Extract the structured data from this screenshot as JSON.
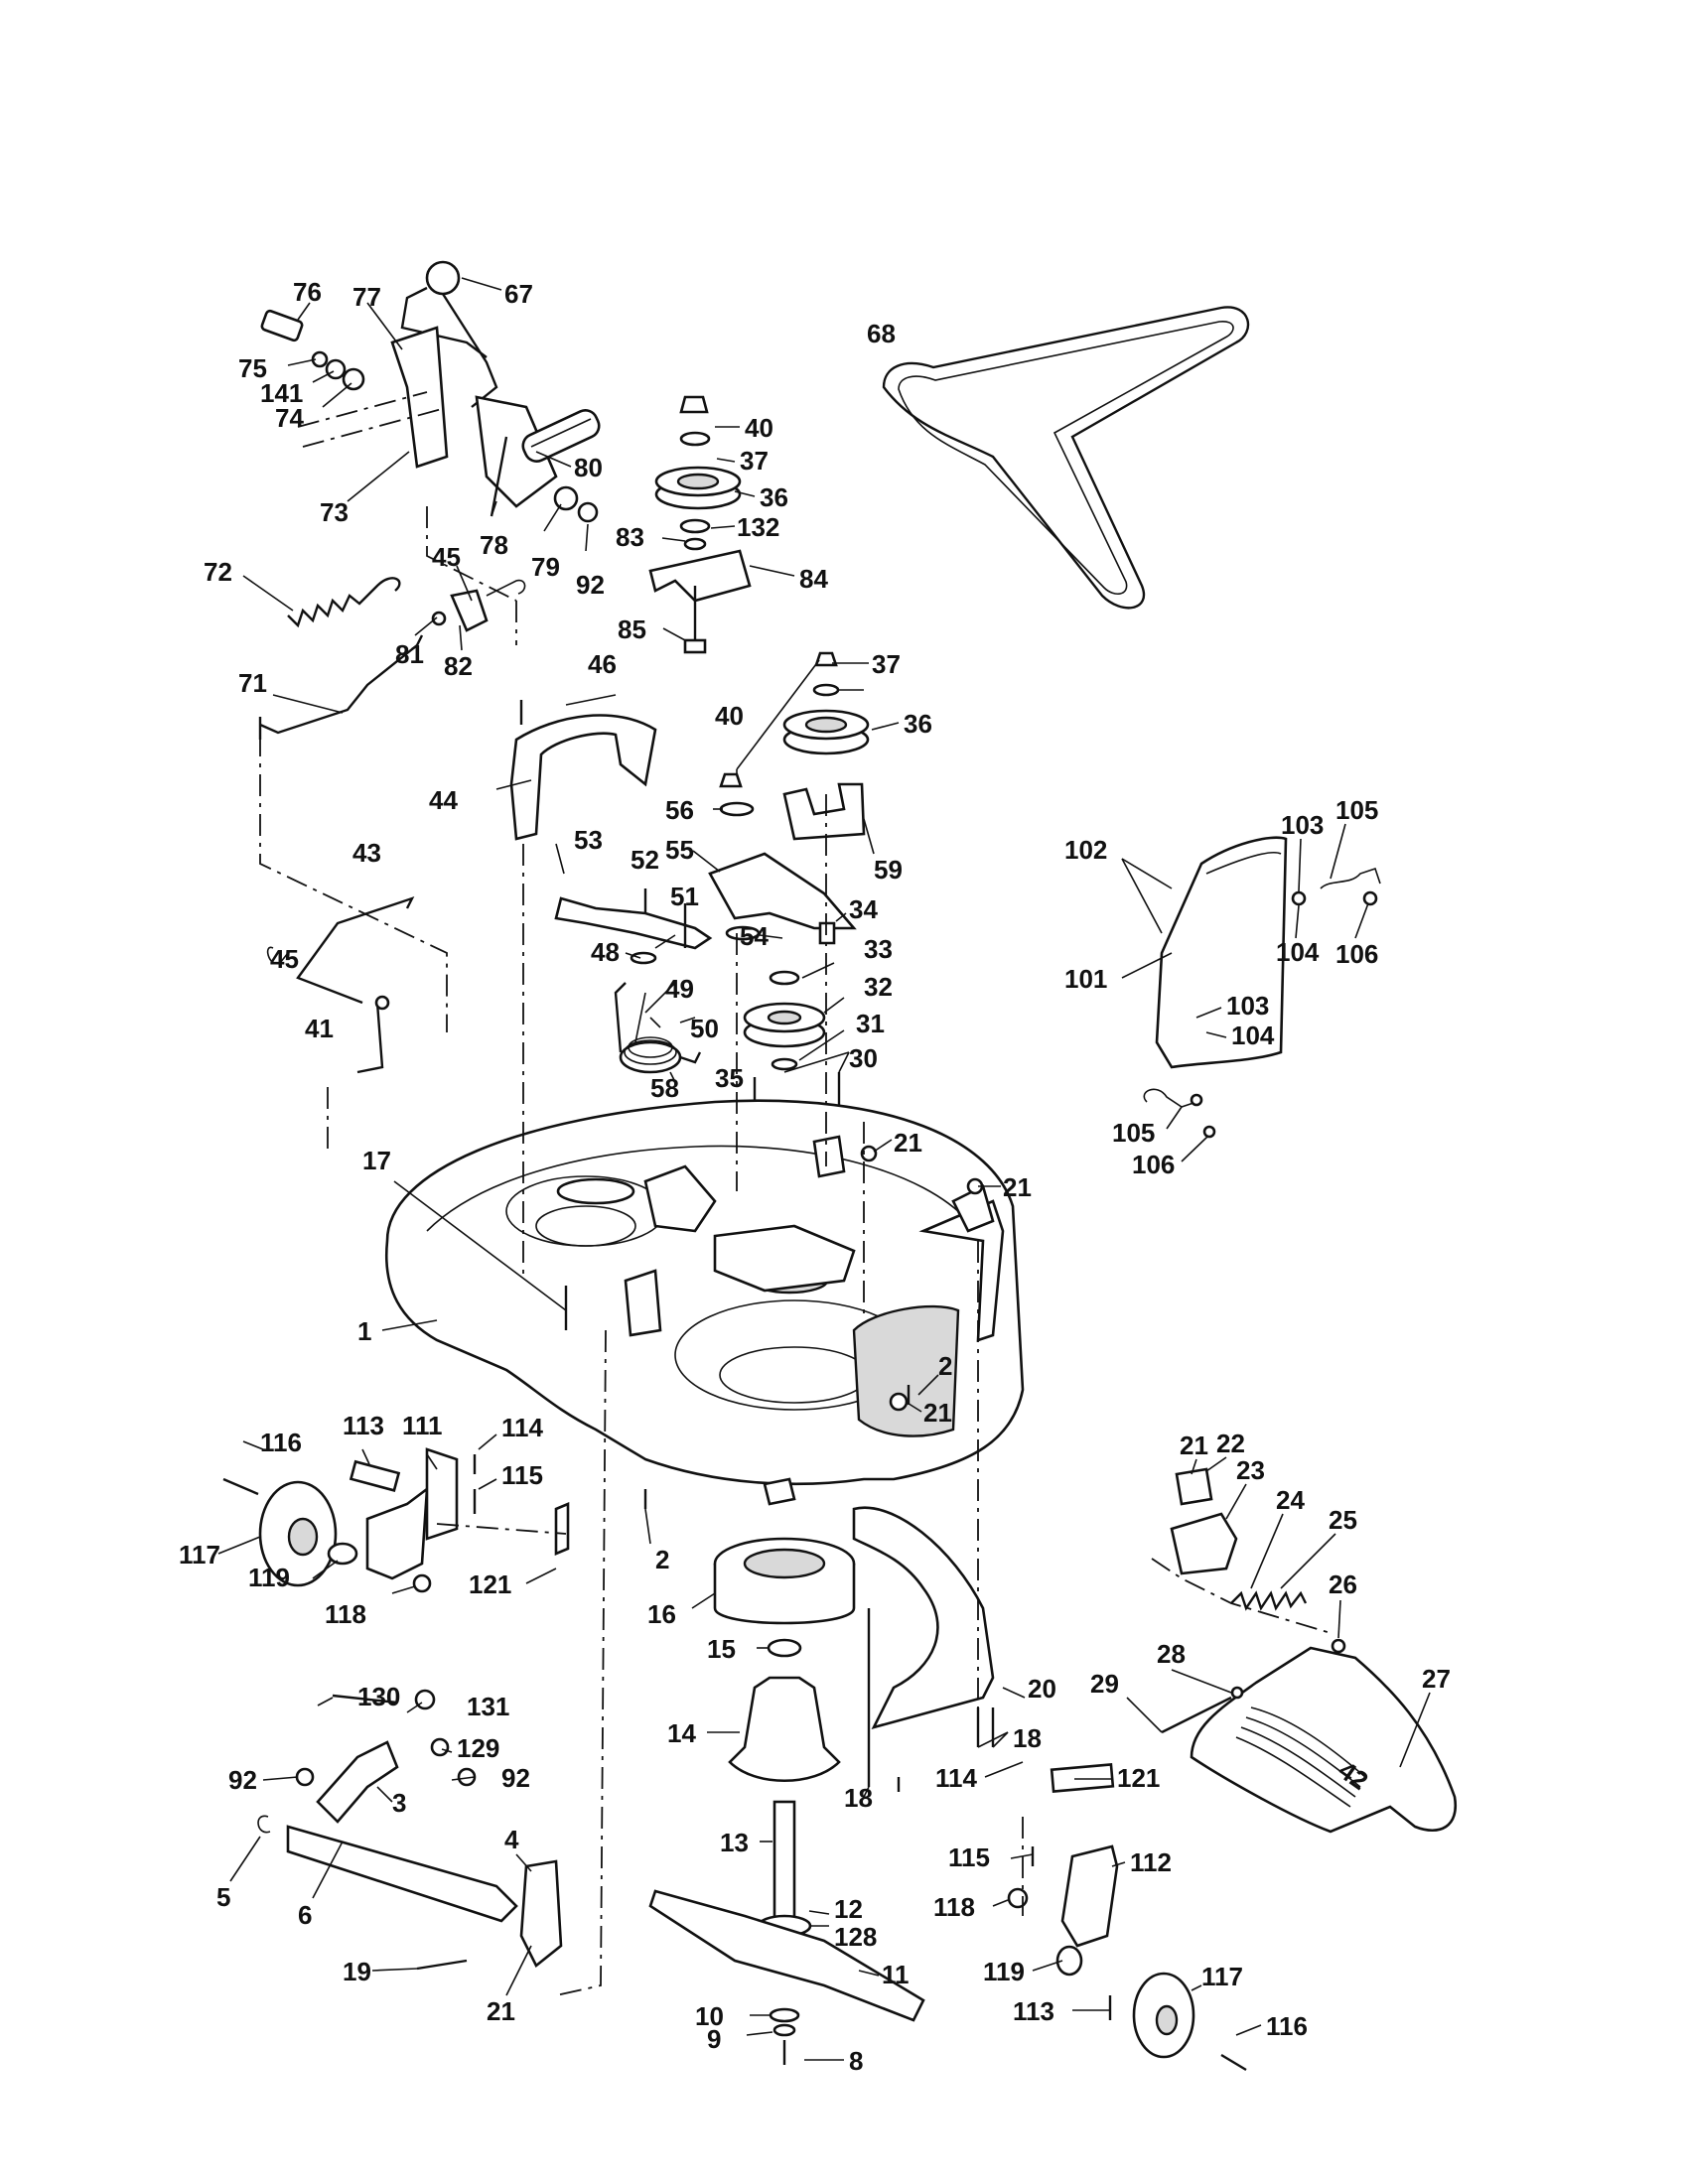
{
  "callouts": [
    {
      "id": "c1",
      "text": "1"
    },
    {
      "id": "c2a",
      "text": "2"
    },
    {
      "id": "c2b",
      "text": "2"
    },
    {
      "id": "c3",
      "text": "3"
    },
    {
      "id": "c4",
      "text": "4"
    },
    {
      "id": "c5",
      "text": "5"
    },
    {
      "id": "c6",
      "text": "6"
    },
    {
      "id": "c8",
      "text": "8"
    },
    {
      "id": "c9",
      "text": "9"
    },
    {
      "id": "c10",
      "text": "10"
    },
    {
      "id": "c11",
      "text": "11"
    },
    {
      "id": "c12",
      "text": "12"
    },
    {
      "id": "c13",
      "text": "13"
    },
    {
      "id": "c14",
      "text": "14"
    },
    {
      "id": "c15",
      "text": "15"
    },
    {
      "id": "c16",
      "text": "16"
    },
    {
      "id": "c17",
      "text": "17"
    },
    {
      "id": "c18a",
      "text": "18"
    },
    {
      "id": "c18b",
      "text": "18"
    },
    {
      "id": "c19",
      "text": "19"
    },
    {
      "id": "c20",
      "text": "20"
    },
    {
      "id": "c21a",
      "text": "21"
    },
    {
      "id": "c21b",
      "text": "21"
    },
    {
      "id": "c21c",
      "text": "21"
    },
    {
      "id": "c21d",
      "text": "21"
    },
    {
      "id": "c21e",
      "text": "21"
    },
    {
      "id": "c22",
      "text": "22"
    },
    {
      "id": "c23",
      "text": "23"
    },
    {
      "id": "c24",
      "text": "24"
    },
    {
      "id": "c25",
      "text": "25"
    },
    {
      "id": "c26",
      "text": "26"
    },
    {
      "id": "c27",
      "text": "27"
    },
    {
      "id": "c28",
      "text": "28"
    },
    {
      "id": "c29",
      "text": "29"
    },
    {
      "id": "c30",
      "text": "30"
    },
    {
      "id": "c31",
      "text": "31"
    },
    {
      "id": "c32",
      "text": "32"
    },
    {
      "id": "c33",
      "text": "33"
    },
    {
      "id": "c34",
      "text": "34"
    },
    {
      "id": "c35",
      "text": "35"
    },
    {
      "id": "c36a",
      "text": "36"
    },
    {
      "id": "c36b",
      "text": "36"
    },
    {
      "id": "c37a",
      "text": "37"
    },
    {
      "id": "c37b",
      "text": "37"
    },
    {
      "id": "c40a",
      "text": "40"
    },
    {
      "id": "c40b",
      "text": "40"
    },
    {
      "id": "c41",
      "text": "41"
    },
    {
      "id": "c43",
      "text": "43"
    },
    {
      "id": "c44",
      "text": "44"
    },
    {
      "id": "c45a",
      "text": "45"
    },
    {
      "id": "c45b",
      "text": "45"
    },
    {
      "id": "c46",
      "text": "46"
    },
    {
      "id": "c48",
      "text": "48"
    },
    {
      "id": "c49",
      "text": "49"
    },
    {
      "id": "c50",
      "text": "50"
    },
    {
      "id": "c51",
      "text": "51"
    },
    {
      "id": "c52",
      "text": "52"
    },
    {
      "id": "c53",
      "text": "53"
    },
    {
      "id": "c54",
      "text": "54"
    },
    {
      "id": "c55",
      "text": "55"
    },
    {
      "id": "c56",
      "text": "56"
    },
    {
      "id": "c58",
      "text": "58"
    },
    {
      "id": "c59",
      "text": "59"
    },
    {
      "id": "c67",
      "text": "67"
    },
    {
      "id": "c68",
      "text": "68"
    },
    {
      "id": "c71",
      "text": "71"
    },
    {
      "id": "c72",
      "text": "72"
    },
    {
      "id": "c73",
      "text": "73"
    },
    {
      "id": "c74",
      "text": "74"
    },
    {
      "id": "c75",
      "text": "75"
    },
    {
      "id": "c76",
      "text": "76"
    },
    {
      "id": "c77",
      "text": "77"
    },
    {
      "id": "c78",
      "text": "78"
    },
    {
      "id": "c79",
      "text": "79"
    },
    {
      "id": "c80",
      "text": "80"
    },
    {
      "id": "c81",
      "text": "81"
    },
    {
      "id": "c82",
      "text": "82"
    },
    {
      "id": "c83",
      "text": "83"
    },
    {
      "id": "c84",
      "text": "84"
    },
    {
      "id": "c85",
      "text": "85"
    },
    {
      "id": "c92a",
      "text": "92"
    },
    {
      "id": "c92b",
      "text": "92"
    },
    {
      "id": "c92c",
      "text": "92"
    },
    {
      "id": "c101",
      "text": "101"
    },
    {
      "id": "c102",
      "text": "102"
    },
    {
      "id": "c103a",
      "text": "103"
    },
    {
      "id": "c103b",
      "text": "103"
    },
    {
      "id": "c104a",
      "text": "104"
    },
    {
      "id": "c104b",
      "text": "104"
    },
    {
      "id": "c105a",
      "text": "105"
    },
    {
      "id": "c105b",
      "text": "105"
    },
    {
      "id": "c106a",
      "text": "106"
    },
    {
      "id": "c106b",
      "text": "106"
    },
    {
      "id": "c111",
      "text": "111"
    },
    {
      "id": "c112",
      "text": "112"
    },
    {
      "id": "c113a",
      "text": "113"
    },
    {
      "id": "c113b",
      "text": "113"
    },
    {
      "id": "c114a",
      "text": "114"
    },
    {
      "id": "c114b",
      "text": "114"
    },
    {
      "id": "c115a",
      "text": "115"
    },
    {
      "id": "c115b",
      "text": "115"
    },
    {
      "id": "c116a",
      "text": "116"
    },
    {
      "id": "c116b",
      "text": "116"
    },
    {
      "id": "c117a",
      "text": "117"
    },
    {
      "id": "c117b",
      "text": "117"
    },
    {
      "id": "c118a",
      "text": "118"
    },
    {
      "id": "c118b",
      "text": "118"
    },
    {
      "id": "c119a",
      "text": "119"
    },
    {
      "id": "c119b",
      "text": "119"
    },
    {
      "id": "c121a",
      "text": "121"
    },
    {
      "id": "c121b",
      "text": "121"
    },
    {
      "id": "c128",
      "text": "128"
    },
    {
      "id": "c129",
      "text": "129"
    },
    {
      "id": "c130",
      "text": "130"
    },
    {
      "id": "c131",
      "text": "131"
    },
    {
      "id": "c132",
      "text": "132"
    },
    {
      "id": "c141",
      "text": "141"
    }
  ],
  "deck_emblem": "42"
}
